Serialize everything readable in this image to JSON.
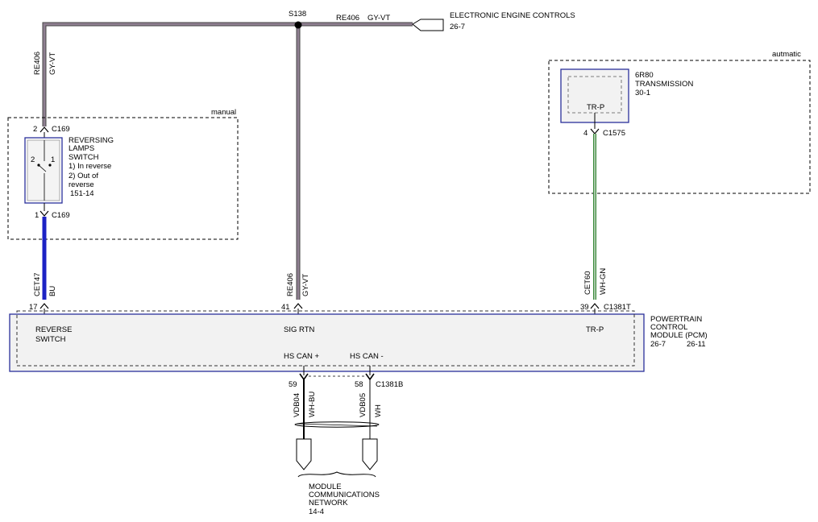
{
  "splice": {
    "id": "S138"
  },
  "top_wire": {
    "circuit": "RE406",
    "color": "GY-VT"
  },
  "eec": {
    "name": "ELECTRONIC ENGINE CONTROLS",
    "ref": "26-7"
  },
  "left_vertical_wire": {
    "circuit": "RE406",
    "color": "GY-VT"
  },
  "manual_box": {
    "label": "manual"
  },
  "switch": {
    "pin_top": "2",
    "conn_top": "C169",
    "pin_bottom": "1",
    "conn_bottom": "C169",
    "contact_left": "2",
    "contact_right": "1",
    "name_lines": [
      "REVERSING",
      "LAMPS",
      "SWITCH"
    ],
    "desc_lines": [
      "1) In reverse",
      "2) Out of",
      "reverse",
      "151-14"
    ]
  },
  "wire_cet47": {
    "circuit": "CET47",
    "color": "BU"
  },
  "wire_sigrtn": {
    "circuit": "RE406",
    "color": "GY-VT"
  },
  "wire_cet60": {
    "circuit": "CET60",
    "color": "WH-GN"
  },
  "automatic_box": {
    "label": "autmatic"
  },
  "transmission": {
    "name_lines": [
      "6R80",
      "TRANSMISSION",
      "30-1"
    ],
    "inner_label": "TR-P",
    "pin": "4",
    "connector": "C1575"
  },
  "pcm": {
    "pins": {
      "reverse": "17",
      "sigrtn": "41",
      "trp": "39",
      "connector": "C1381T"
    },
    "labels": {
      "reverse_lines": [
        "REVERSE",
        "SWITCH"
      ],
      "sigrtn": "SIG RTN",
      "trp": "TR-P",
      "hscan_plus": "HS CAN +",
      "hscan_minus": "HS CAN -"
    },
    "name_lines": [
      "POWERTRAIN",
      "CONTROL",
      "MODULE (PCM)"
    ],
    "refs": [
      "26-7",
      "26-11"
    ],
    "bottom_pins": {
      "plus": "59",
      "minus": "58",
      "connector": "C1381B"
    }
  },
  "can_wires": {
    "plus": {
      "circuit": "VDB04",
      "color": "WH-BU"
    },
    "minus": {
      "circuit": "VDB05",
      "color": "WH"
    }
  },
  "network": {
    "name_lines": [
      "MODULE",
      "COMMUNICATIONS",
      "NETWORK"
    ],
    "ref": "14-4"
  },
  "colors": {
    "gy_vt": "#8f7f91",
    "blue": "#1c22c4",
    "wh_gn": "#3a8a3a",
    "box_blue": "#2a2f9a",
    "pcm_fill": "#f2f2f2"
  }
}
